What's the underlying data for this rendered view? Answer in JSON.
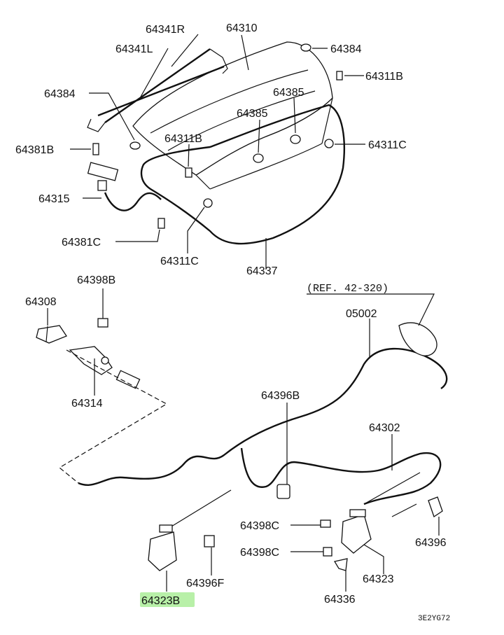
{
  "labels": {
    "p64341R": "64341R",
    "p64310": "64310",
    "p64341L": "64341L",
    "p64384_top": "64384",
    "p64311B_top": "64311B",
    "p64384_left": "64384",
    "p64385_a": "64385",
    "p64385_b": "64385",
    "p64311B_mid": "64311B",
    "p64381B": "64381B",
    "p64311C_right": "64311C",
    "p64315": "64315",
    "p64381C": "64381C",
    "p64311C_bottom": "64311C",
    "p64337": "64337",
    "p64398B": "64398B",
    "ref": "(REF. 42-320)",
    "p64308": "64308",
    "p05002": "05002",
    "p64314": "64314",
    "p64396B": "64396B",
    "p64302": "64302",
    "p64398C_a": "64398C",
    "p64398C_b": "64398C",
    "p64396": "64396",
    "p64396F": "64396F",
    "p64323": "64323",
    "p64323B": "64323B",
    "p64336": "64336",
    "code": "3E2YG72"
  },
  "highlight_color": "#b8f0a8"
}
